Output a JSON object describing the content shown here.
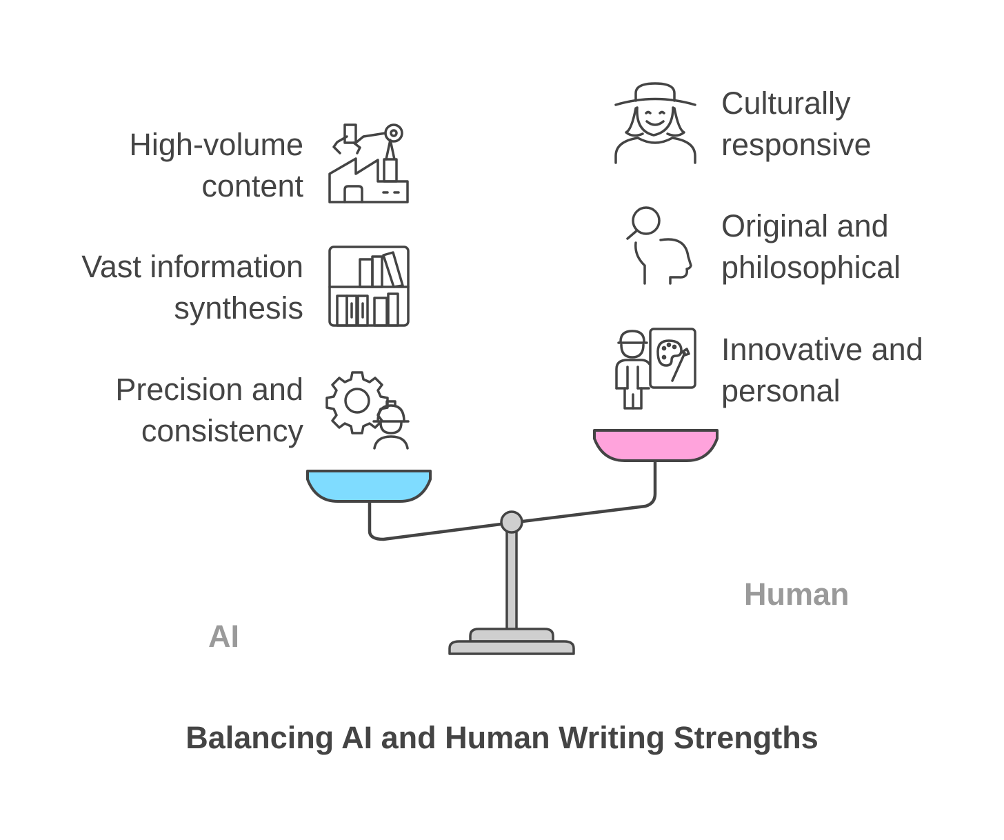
{
  "title": "Balancing AI and Human Writing Strengths",
  "sides": {
    "ai": {
      "label": "AI",
      "pan_color": "#7fdcff"
    },
    "human": {
      "label": "Human",
      "pan_color": "#ffa3dc"
    }
  },
  "ai_items": [
    {
      "line1": "High-volume",
      "line2": "content",
      "icon": "factory-robot-arm-icon"
    },
    {
      "line1": "Vast information",
      "line2": "synthesis",
      "icon": "bookshelf-icon"
    },
    {
      "line1": "Precision and",
      "line2": "consistency",
      "icon": "gear-worker-icon"
    }
  ],
  "human_items": [
    {
      "line1": "Culturally",
      "line2": "responsive",
      "icon": "person-with-hat-icon"
    },
    {
      "line1": "Original and",
      "line2": "philosophical",
      "icon": "thinking-head-icon"
    },
    {
      "line1": "Innovative and",
      "line2": "personal",
      "icon": "painter-easel-icon"
    }
  ]
}
